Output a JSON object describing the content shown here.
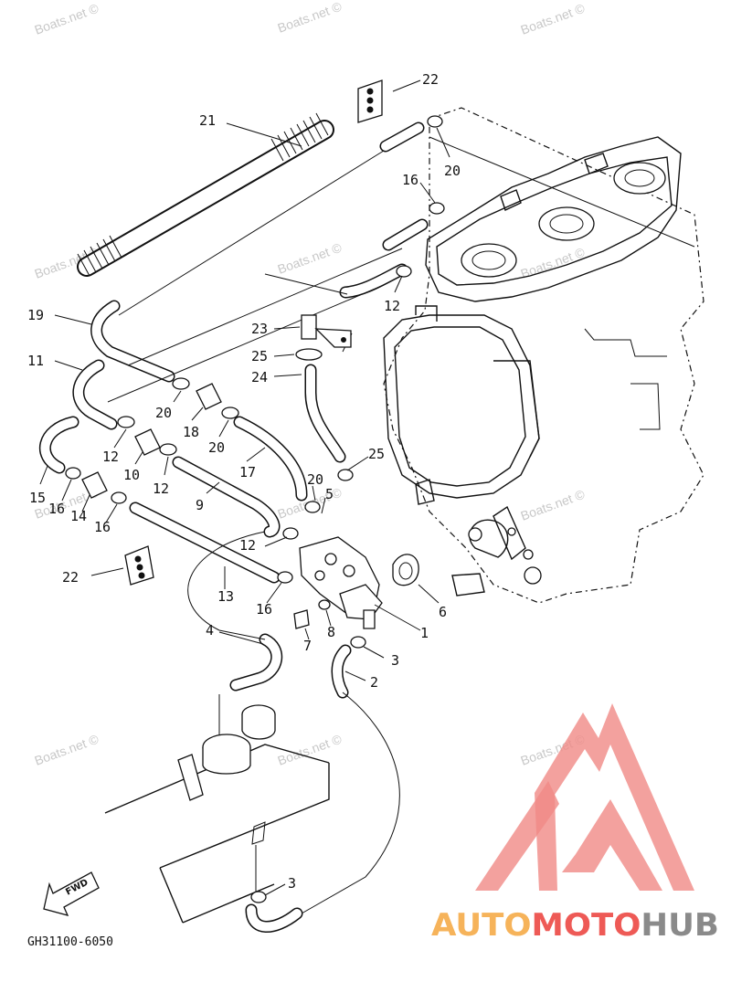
{
  "watermark_text": "Boats.net ©",
  "drawing_code": "GH31100-6050",
  "fwd_label": "FWD",
  "brand_logo": {
    "part1": "AUTO",
    "part2": "MOTO",
    "part3": "HUB",
    "color_orange": "#f6b35a",
    "color_red": "#ee5a56",
    "color_gray": "#8a8a8a"
  },
  "callouts": {
    "c1": "1",
    "c2": "2",
    "c3a": "3",
    "c3b": "3",
    "c4": "4",
    "c5": "5",
    "c6": "6",
    "c7": "7",
    "c8": "8",
    "c9": "9",
    "c10": "10",
    "c11": "11",
    "c12a": "12",
    "c12b": "12",
    "c12c": "12",
    "c12d": "12",
    "c13": "13",
    "c14": "14",
    "c15": "15",
    "c16a": "16",
    "c16b": "16",
    "c16c": "16",
    "c16d": "16",
    "c17": "17",
    "c18": "18",
    "c19": "19",
    "c20a": "20",
    "c20b": "20",
    "c20c": "20",
    "c20d": "20",
    "c21": "21",
    "c22a": "22",
    "c22b": "22",
    "c23": "23",
    "c24": "24",
    "c25a": "25",
    "c25b": "25"
  }
}
